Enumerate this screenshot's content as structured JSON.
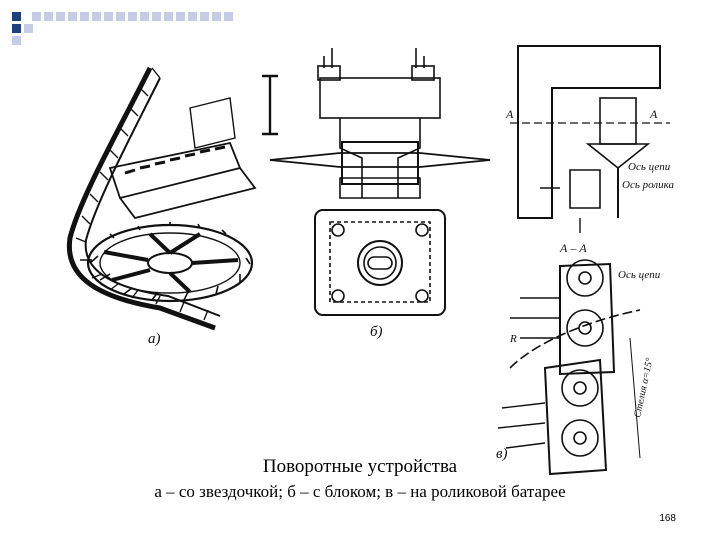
{
  "slide": {
    "title": "Поворотные устройства",
    "subtitle": "а – со звездочкой; б – с блоком; в – на роликовой батарее",
    "page_number": "168"
  },
  "figure": {
    "label_a": "а)",
    "label_b": "б)",
    "label_v": "в)",
    "section_label": "А – А",
    "arrow_a_left": "А",
    "arrow_a_right": "А",
    "axis_chain_1": "Ось цепи",
    "axis_chain_2": "Ось цепи",
    "axis_roller": "Ось ролика",
    "radius_label": "R",
    "chord_label": "Cтелия α=15°"
  },
  "colors": {
    "corner_blue": "#1f3f7f",
    "corner_light": "#c6cbe6",
    "line": "#111111"
  }
}
